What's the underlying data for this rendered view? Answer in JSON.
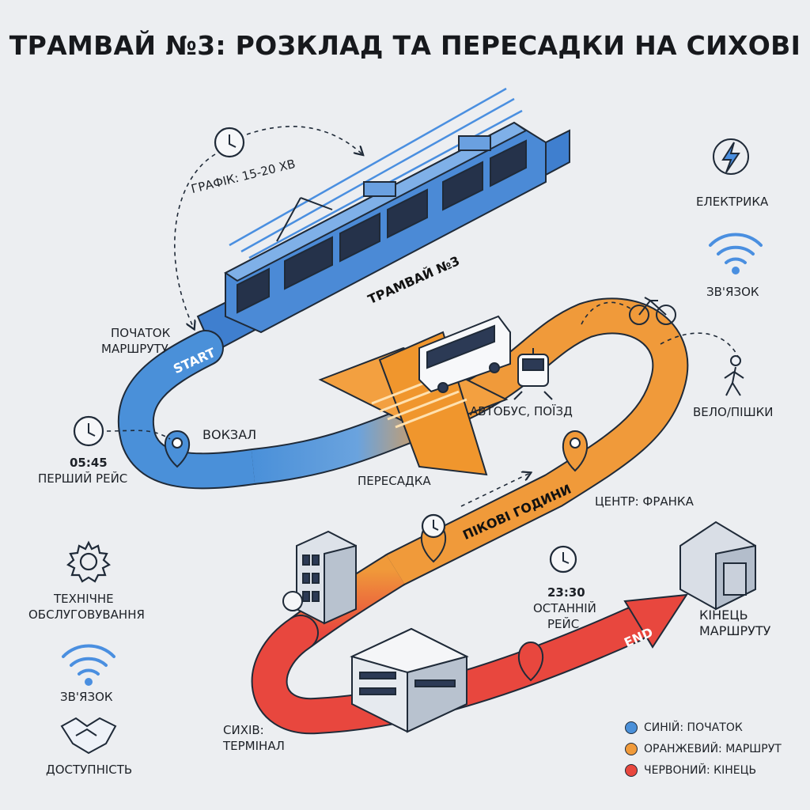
{
  "title": "ТРАМВАЙ №3: РОЗКЛАД ТА ПЕРЕСАДКИ НА СИХОВІ",
  "colors": {
    "blue": "#4a90d9",
    "orange": "#f09a3a",
    "red": "#e8473e",
    "outline": "#1f2a38"
  },
  "route": {
    "start_label": "START",
    "end_label": "END",
    "tram_label": "ТРАМВАЙ №3",
    "peak_label": "ПІКОВІ ГОДИНИ"
  },
  "schedule": {
    "interval": "ГРАФІК: 15-20 ХВ",
    "first_time": "05:45",
    "first_label": "ПЕРШИЙ РЕЙС",
    "last_time": "23:30",
    "last_label_1": "ОСТАННІЙ",
    "last_label_2": "РЕЙС"
  },
  "stops": {
    "start_1": "ПОЧАТОК",
    "start_2": "МАРШРУТУ",
    "station": "ВОКЗАЛ",
    "transfer": "ПЕРЕСАДКА",
    "transfer_modes": "АВТОБУС, ПОЇЗД",
    "center": "ЦЕНТР: ФРАНКА",
    "terminal_1": "СИХІВ:",
    "terminal_2": "ТЕРМІНАЛ",
    "end_1": "КІНЕЦЬ",
    "end_2": "МАРШРУТУ"
  },
  "features_right": [
    "ЕЛЕКТРИКА",
    "ЗВ'ЯЗОК",
    "ВЕЛО/ПІШКИ"
  ],
  "features_left": {
    "maintenance_1": "ТЕХНІЧНЕ",
    "maintenance_2": "ОБСЛУГОВУВАННЯ",
    "wifi": "ЗВ'ЯЗОК",
    "access": "ДОСТУПНІСТЬ"
  },
  "icons": [
    "clock-icon",
    "lightning-icon",
    "wifi-icon",
    "bicycle-icon",
    "pedestrian-icon",
    "gear-icon",
    "handshake-icon",
    "bus-icon",
    "train-icon",
    "building-icon",
    "warehouse-icon",
    "location-pin-icon"
  ],
  "legend": [
    {
      "color": "#4a90d9",
      "label": "СИНІЙ: ПОЧАТОК"
    },
    {
      "color": "#f09a3a",
      "label": "ОРАНЖЕВИЙ: МАРШРУТ"
    },
    {
      "color": "#e8473e",
      "label": "ЧЕРВОНИЙ: КІНЕЦЬ"
    }
  ]
}
